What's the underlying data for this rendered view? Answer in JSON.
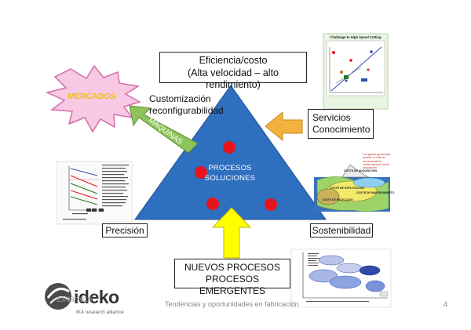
{
  "boxes": {
    "title_line1": "Eficiencia/costo",
    "title_line2": "(Alta velocidad – alto rendimiento)",
    "services_line1": "Servicios",
    "services_line2": "Conocimiento",
    "precision": "Precisión",
    "sustainability": "Sostenibilidad",
    "new_processes_line1": "NUEVOS PROCESOS",
    "new_processes_line2": "PROCESOS EMERGENTES"
  },
  "labels": {
    "customization_line1": "Customización",
    "customization_line2": "reconfigurabilidad",
    "markets": "MERCADOS",
    "machines": "MAQUINAS",
    "triangle_line1": "PROCESOS",
    "triangle_line2": "SOLUCIONES"
  },
  "thumbnails": {
    "hsc_title": "Challenge to High Speed Cutting",
    "sustain_note": "Los gastos generados durante la vida de funcionamiento, suelen superar los de adquisición",
    "sustain_items": [
      "COSTE DE ADQUISICION",
      "COSTE DE EXPLOTACION",
      "COSTE DE MANTENIMIENTO",
      "COSTE DE RECICLADO"
    ]
  },
  "footer": {
    "date": "23/09/2010",
    "center_text": "Tendencias y oportunidades en fabricación",
    "page": "4",
    "logo": "ideko",
    "logo_tagline": "IK4 research alliance"
  },
  "colors": {
    "triangle": "#2f6fbf",
    "dots": "#e8141c",
    "yellow_arrow": "#ffff00",
    "orange_arrow": "#f5b13d",
    "green_arrow": "#8dc35a",
    "burst_fill": "#f7c9e4",
    "burst_text": "#f2c200"
  }
}
